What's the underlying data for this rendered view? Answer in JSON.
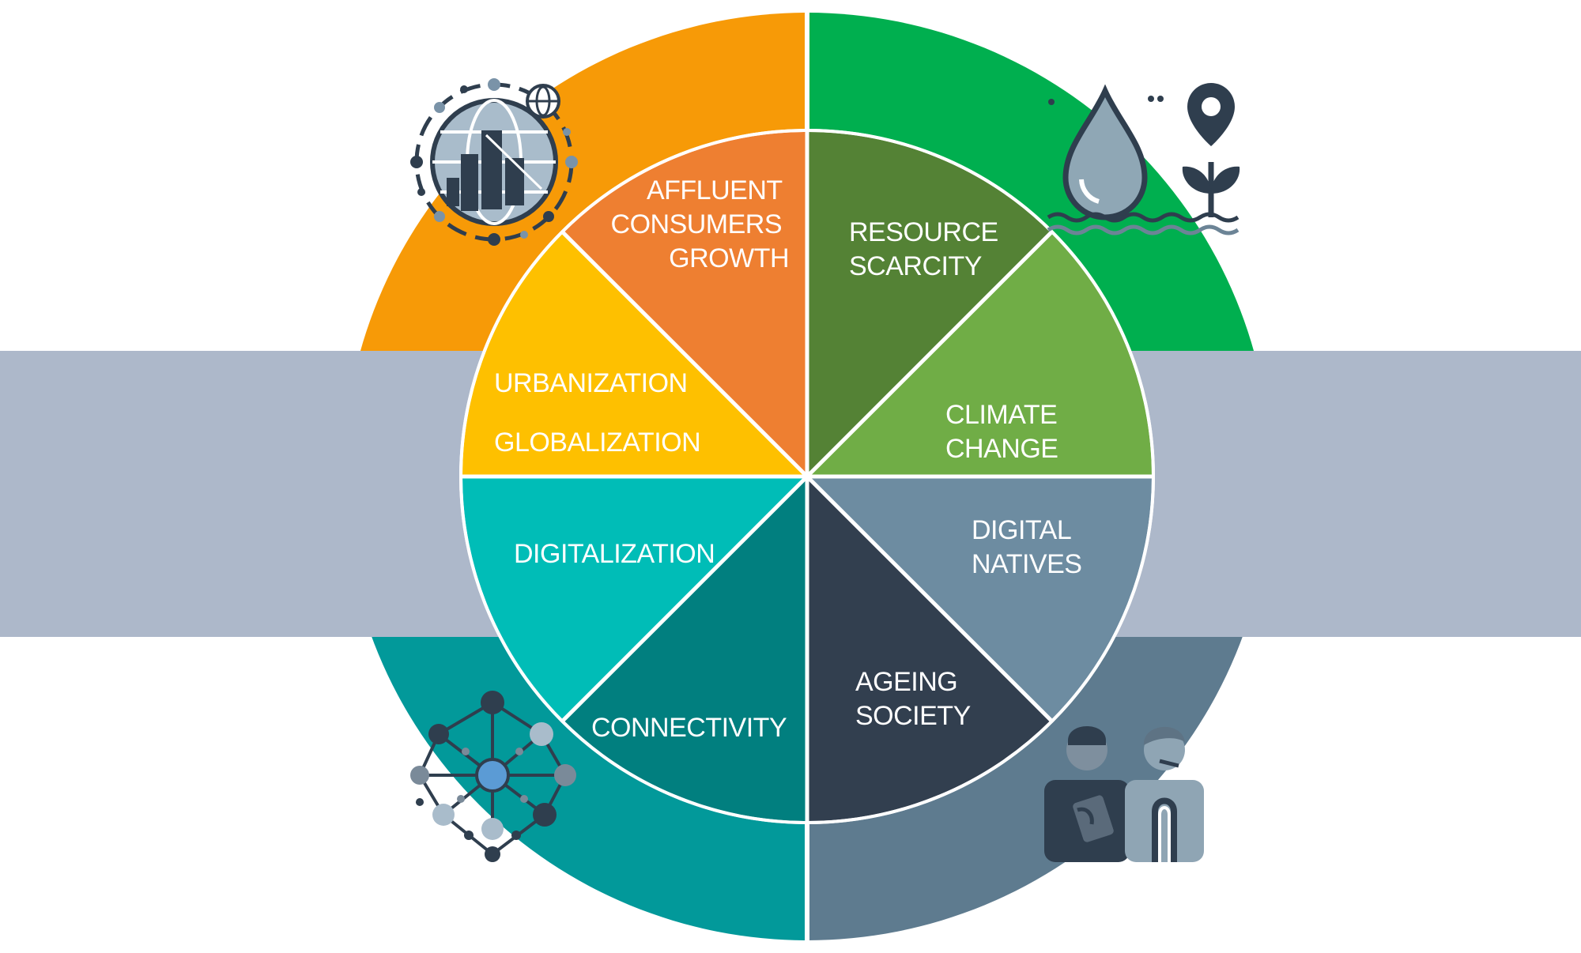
{
  "colors": {
    "background": "#ffffff",
    "band": "#adb8ca",
    "outer_top_left": "#f79a07",
    "outer_top_right": "#00af4f",
    "outer_bottom_left": "#02999a",
    "outer_bottom_right": "#5e7b8f",
    "affluent": "#ee7f31",
    "urbanization": "#fec000",
    "resource": "#548235",
    "climate": "#70ad46",
    "digitalization": "#00bdb7",
    "connectivity": "#017f7f",
    "digital_natives": "#6d8ca1",
    "ageing": "#323f4f",
    "divider": "#ffffff"
  },
  "segments": {
    "affluent": {
      "lines": [
        "AFFLUENT",
        "CONSUMERS",
        "GROWTH"
      ]
    },
    "urbanization": {
      "lines": [
        "URBANIZATION",
        "GLOBALIZATION"
      ]
    },
    "resource": {
      "lines": [
        "RESOURCE",
        "SCARCITY"
      ]
    },
    "climate": {
      "lines": [
        "CLIMATE",
        "CHANGE"
      ]
    },
    "digitalization": {
      "lines": [
        "DIGITALIZATION"
      ]
    },
    "connectivity": {
      "lines": [
        "CONNECTIVITY"
      ]
    },
    "digital_natives": {
      "lines": [
        "DIGITAL",
        "NATIVES"
      ]
    },
    "ageing": {
      "lines": [
        "AGEING",
        "SOCIETY"
      ]
    }
  },
  "icons": {
    "top_left": "globe-city-network-icon",
    "top_right": "water-drop-plant-location-icon",
    "bottom_left": "network-nodes-icon",
    "bottom_right": "elderly-people-icon"
  }
}
